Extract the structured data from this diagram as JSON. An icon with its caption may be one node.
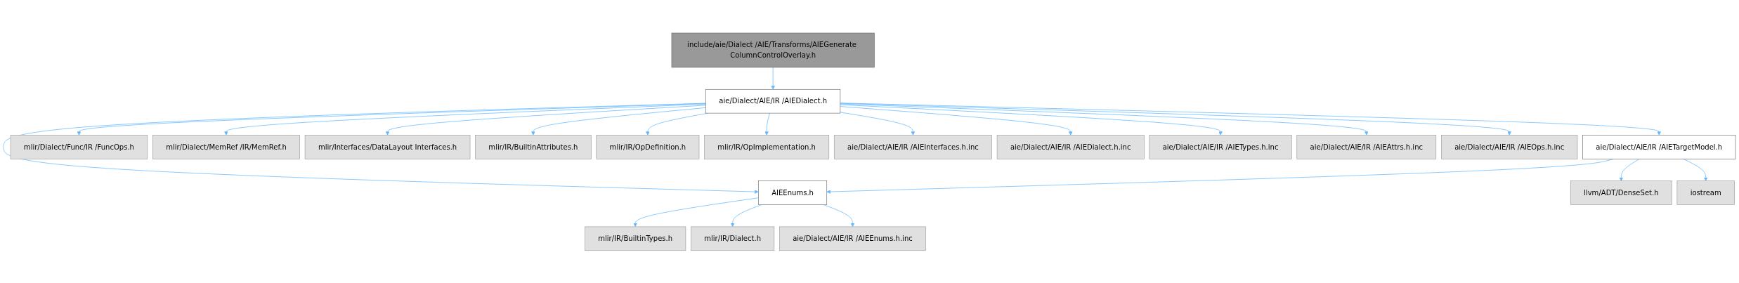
{
  "diagram": {
    "nodes": [
      {
        "text": [
          "include/aie/Dialect /AIE/Transforms/AIEGenerate ColumnControlOverlay.h"
        ]
      },
      {
        "text": [
          "aie/Dialect/AIE/IR /AIEDialect.h"
        ]
      },
      {
        "text": [
          "aie/Dialect/AIE/IR /AIETargetModel.h"
        ]
      },
      {
        "text": [
          "mlir/Dialect/Func/IR /FuncOps.h"
        ]
      },
      {
        "text": [
          "mlir/Dialect/MemRef /IR/MemRef.h"
        ]
      },
      {
        "text": [
          "mlir/Interfaces/DataLayout Interfaces.h"
        ]
      },
      {
        "text": [
          "mlir/IR/BuiltinAttributes.h"
        ]
      },
      {
        "text": [
          "mlir/IR/OpDefinition.h"
        ]
      },
      {
        "text": [
          "mlir/IR/OpImplementation.h"
        ]
      },
      {
        "text": [
          "aie/Dialect/AIE/IR /AIEInterfaces.h.inc"
        ]
      },
      {
        "text": [
          "aie/Dialect/AIE/IR /AIEDialect.h.inc"
        ]
      },
      {
        "text": [
          "aie/Dialect/AIE/IR /AIETypes.h.inc"
        ]
      },
      {
        "text": [
          "aie/Dialect/AIE/IR /AIEAttrs.h.inc"
        ]
      },
      {
        "text": [
          "aie/Dialect/AIE/IR /AIEOps.h.inc"
        ]
      },
      {
        "text": [
          "AIEEnums.h"
        ]
      },
      {
        "text": [
          "llvm/ADT/DenseSet.h"
        ]
      },
      {
        "text": [
          "iostream"
        ]
      },
      {
        "text": [
          "mlir/IR/BuiltinTypes.h"
        ]
      },
      {
        "text": [
          "mlir/IR/Dialect.h"
        ]
      },
      {
        "text": [
          "aie/Dialect/AIE/IR /AIEEnums.h.inc"
        ]
      }
    ],
    "edges": [
      {
        "from": 0,
        "to": 1,
        "arrow": "to"
      },
      {
        "from": 1,
        "to": 14,
        "arrow": "to"
      },
      {
        "from": 1,
        "to": 2,
        "arrow": "to"
      },
      {
        "from": 1,
        "to": 3,
        "arrow": "to"
      },
      {
        "from": 1,
        "to": 4,
        "arrow": "to"
      },
      {
        "from": 1,
        "to": 5,
        "arrow": "to"
      },
      {
        "from": 1,
        "to": 6,
        "arrow": "to"
      },
      {
        "from": 1,
        "to": 7,
        "arrow": "to"
      },
      {
        "from": 1,
        "to": 8,
        "arrow": "to"
      },
      {
        "from": 1,
        "to": 9,
        "arrow": "to"
      },
      {
        "from": 1,
        "to": 10,
        "arrow": "to"
      },
      {
        "from": 1,
        "to": 11,
        "arrow": "to"
      },
      {
        "from": 1,
        "to": 12,
        "arrow": "to"
      },
      {
        "from": 1,
        "to": 13,
        "arrow": "to"
      },
      {
        "from": 2,
        "to": 14,
        "arrow": "to"
      },
      {
        "from": 2,
        "to": 15,
        "arrow": "to"
      },
      {
        "from": 2,
        "to": 16,
        "arrow": "to"
      },
      {
        "from": 14,
        "to": 17,
        "arrow": "to"
      },
      {
        "from": 14,
        "to": 18,
        "arrow": "to"
      },
      {
        "from": 14,
        "to": 19,
        "arrow": "to"
      }
    ]
  }
}
